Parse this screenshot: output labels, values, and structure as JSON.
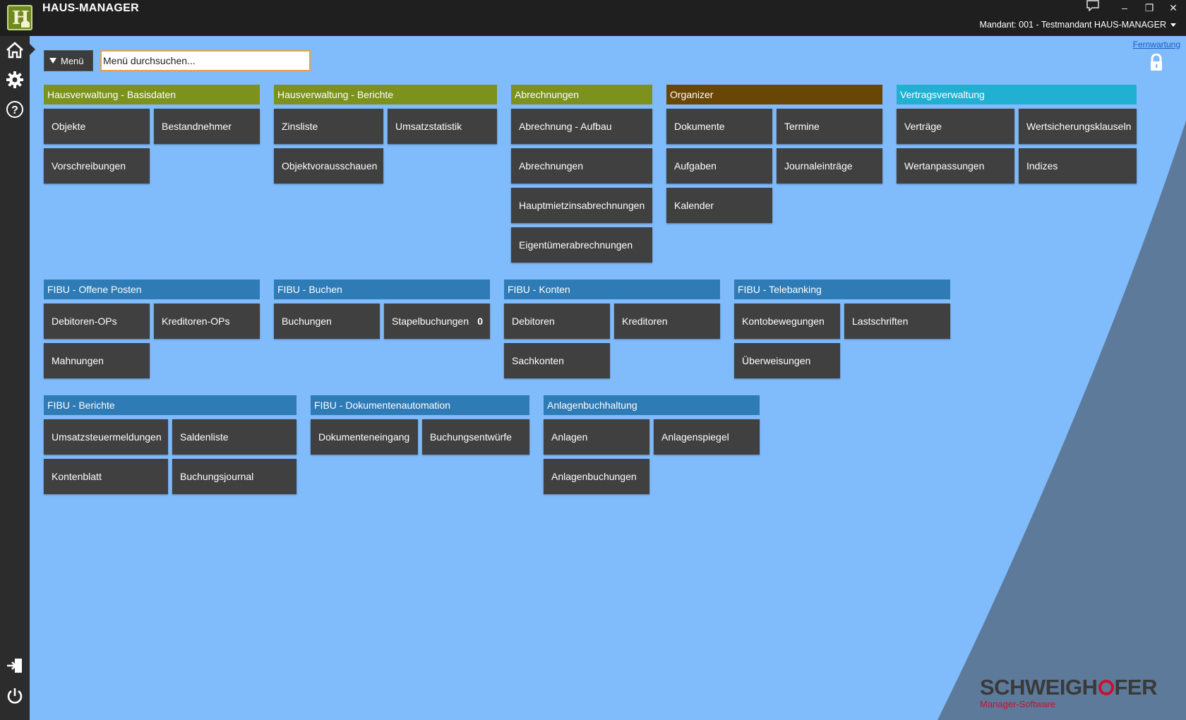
{
  "window": {
    "title": "HAUS-MANAGER",
    "logo_letter": "H",
    "tenant": "Mandant: 001 - Testmandant HAUS-MANAGER",
    "controls": {
      "minimize": "–",
      "restore": "❐",
      "close": "✕"
    }
  },
  "sidebar": {
    "items": [
      {
        "icon": "home-icon"
      },
      {
        "icon": "gear-icon"
      },
      {
        "icon": "help-icon"
      },
      {
        "icon": "logout-icon"
      },
      {
        "icon": "power-icon"
      }
    ]
  },
  "toolbar": {
    "menu_label": "Menü",
    "search_placeholder": "Menü durchsuchen...",
    "remote_link": "Fernwartung"
  },
  "groups": [
    {
      "id": "basisdaten",
      "title": "Hausverwaltung - Basisdaten",
      "color": "#7c921c",
      "tiles": [
        "Objekte",
        "Bestandnehmer",
        "Vorschreibungen"
      ]
    },
    {
      "id": "berichte-hv",
      "title": "Hausverwaltung - Berichte",
      "color": "#7c921c",
      "tiles": [
        "Zinsliste",
        "Umsatzstatistik",
        "Objektvorausschauen"
      ]
    },
    {
      "id": "abrechnungen",
      "title": "Abrechnungen",
      "color": "#7c921c",
      "tiles": [
        "Abrechnung - Aufbau",
        "Abrechnungen",
        "Hauptmietzinsabrechnungen",
        "Eigentümerabrechnungen"
      ]
    },
    {
      "id": "organizer",
      "title": "Organizer",
      "color": "#6a4605",
      "tiles": [
        "Dokumente",
        "Termine",
        "Aufgaben",
        "Journaleinträge",
        "Kalender"
      ]
    },
    {
      "id": "vertrag",
      "title": "Vertragsverwaltung",
      "color": "#22b0d2",
      "tiles": [
        "Verträge",
        "Wertsicherungsklauseln",
        "Wertanpassungen",
        "Indizes"
      ]
    },
    {
      "id": "fibu-op",
      "title": "FIBU - Offene Posten",
      "color": "#2e7bb5",
      "tiles": [
        "Debitoren-OPs",
        "Kreditoren-OPs",
        "Mahnungen"
      ]
    },
    {
      "id": "fibu-buchen",
      "title": "FIBU - Buchen",
      "color": "#2e7bb5",
      "tiles": [
        "Buchungen",
        "Stapelbuchungen"
      ],
      "badge": "0"
    },
    {
      "id": "fibu-konten",
      "title": "FIBU - Konten",
      "color": "#2e7bb5",
      "tiles": [
        "Debitoren",
        "Kreditoren",
        "Sachkonten"
      ]
    },
    {
      "id": "fibu-tele",
      "title": "FIBU - Telebanking",
      "color": "#2e7bb5",
      "tiles": [
        "Kontobewegungen",
        "Lastschriften",
        "Überweisungen"
      ]
    },
    {
      "id": "fibu-berichte",
      "title": "FIBU - Berichte",
      "color": "#2e7bb5",
      "tiles": [
        "Umsatzsteuermeldungen",
        "Saldenliste",
        "Kontenblatt",
        "Buchungsjournal"
      ]
    },
    {
      "id": "fibu-doc",
      "title": "FIBU - Dokumentenautomation",
      "color": "#2e7bb5",
      "tiles": [
        "Dokumenteneingang",
        "Buchungsentwürfe"
      ]
    },
    {
      "id": "anlagen",
      "title": "Anlagenbuchhaltung",
      "color": "#2e7bb5",
      "tiles": [
        "Anlagen",
        "Anlagenspiegel",
        "Anlagenbuchungen"
      ]
    }
  ],
  "brand": {
    "name_part1": "SCHWEIGH",
    "name_part2": "FER",
    "subtitle": "Manager-Software",
    "accent": "#c8102e"
  }
}
